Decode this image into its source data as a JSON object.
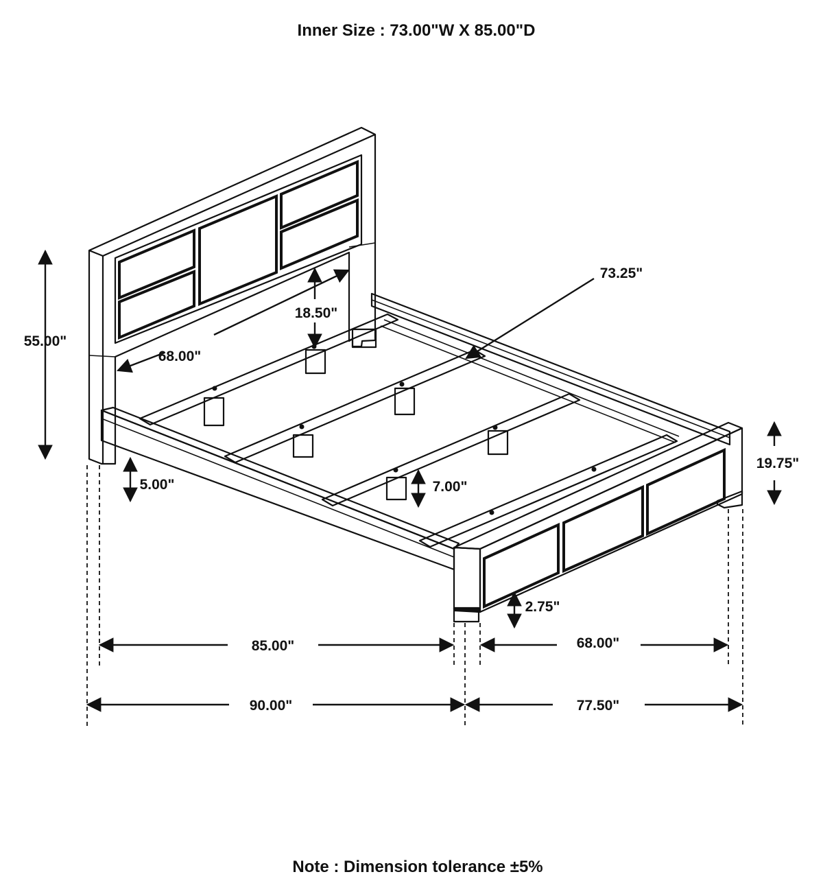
{
  "header": {
    "inner_size": "Inner Size : 73.00\"W X 85.00\"D"
  },
  "footer": {
    "note": "Note : Dimension tolerance ±5%"
  },
  "dimensions": {
    "headboard_height": "55.00\"",
    "headboard_inner_width": "68.00\"",
    "panel_height": "18.50\"",
    "diagonal_width": "73.25\"",
    "footboard_height": "19.75\"",
    "rail_clearance": "5.00\"",
    "slat_leg_height": "7.00\"",
    "footboard_clearance": "2.75\"",
    "inner_length": "85.00\"",
    "footboard_inner_width": "68.00\"",
    "overall_length": "90.00\"",
    "overall_width": "77.50\""
  }
}
